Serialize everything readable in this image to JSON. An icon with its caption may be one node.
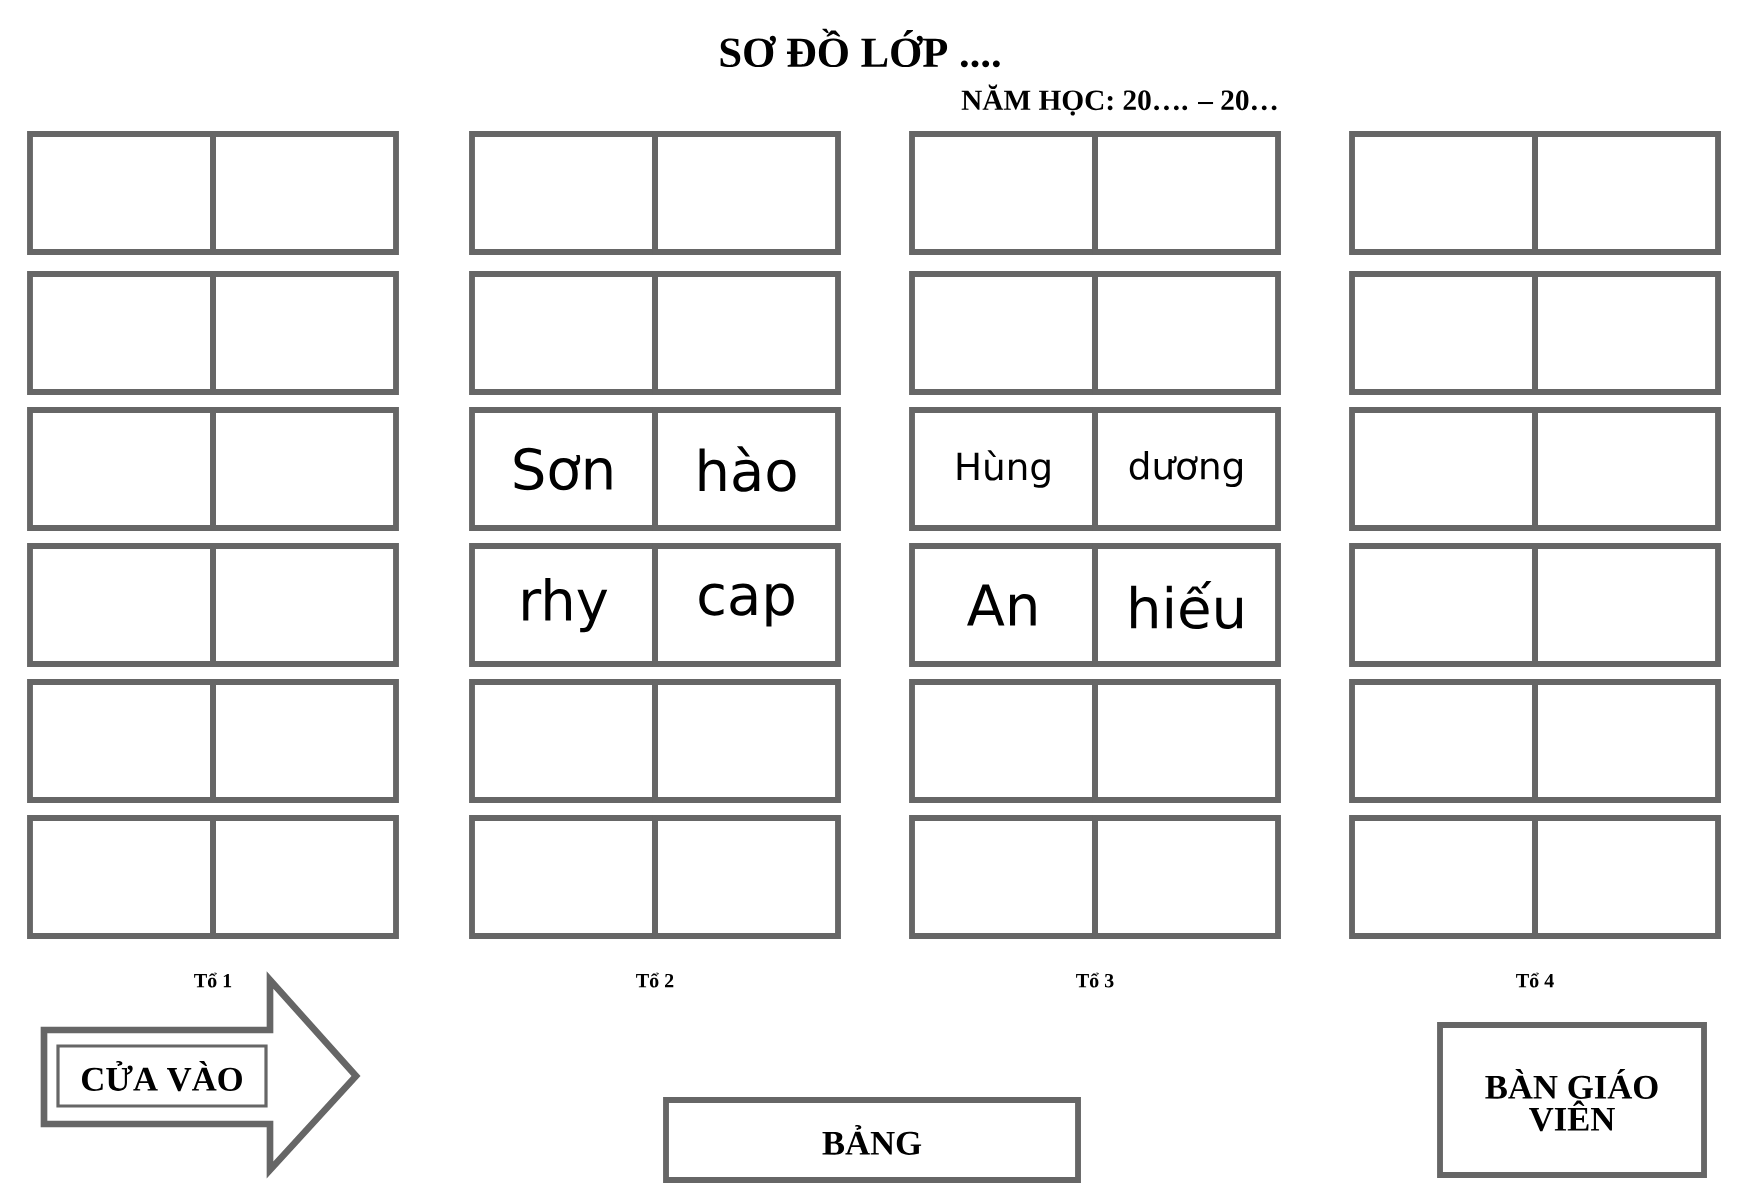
{
  "diagram": {
    "title": "SƠ ĐỒ LỚP ....",
    "nodes": [
      {
        "text": [],
        "shape": "box"
      },
      {
        "text": [],
        "shape": "box"
      },
      {
        "text": [],
        "shape": "box"
      },
      {
        "text": [],
        "shape": "box"
      },
      {
        "text": [],
        "shape": "box"
      },
      {
        "text": [],
        "shape": "box"
      },
      {
        "text": [],
        "shape": "box"
      },
      {
        "text": [],
        "shape": "box"
      },
      {
        "text": [],
        "shape": "box"
      },
      {
        "text": [],
        "shape": "box"
      },
      {
        "text": [],
        "shape": "box"
      },
      {
        "text": [],
        "shape": "box"
      },
      {
        "text": [],
        "shape": "box"
      },
      {
        "text": [],
        "shape": "box"
      },
      {
        "text": [],
        "shape": "box"
      },
      {
        "text": [],
        "shape": "box"
      },
      {
        "text": [],
        "shape": "box"
      },
      {
        "text": [],
        "shape": "box"
      },
      {
        "text": [
          "Sơn"
        ]
      },
      {
        "text": [
          "hào"
        ]
      },
      {
        "text": [
          "Hùng"
        ]
      },
      {
        "text": [
          "dương"
        ]
      },
      {
        "text": [],
        "shape": "box"
      },
      {
        "text": [],
        "shape": "box"
      },
      {
        "text": [],
        "shape": "box"
      },
      {
        "text": [],
        "shape": "box"
      },
      {
        "text": [
          "rhy"
        ]
      },
      {
        "text": [
          "cap"
        ]
      },
      {
        "text": [
          "An"
        ]
      },
      {
        "text": [
          "hiếu"
        ]
      },
      {
        "text": [],
        "shape": "box"
      },
      {
        "text": [],
        "shape": "box"
      },
      {
        "text": [],
        "shape": "box"
      },
      {
        "text": [],
        "shape": "box"
      },
      {
        "text": [],
        "shape": "box"
      },
      {
        "text": [],
        "shape": "box"
      },
      {
        "text": [],
        "shape": "box"
      },
      {
        "text": [],
        "shape": "box"
      },
      {
        "text": [],
        "shape": "box"
      },
      {
        "text": [],
        "shape": "box"
      },
      {
        "text": [],
        "shape": "box"
      },
      {
        "text": [],
        "shape": "box"
      },
      {
        "text": [],
        "shape": "box"
      },
      {
        "text": [],
        "shape": "box"
      },
      {
        "text": [],
        "shape": "box"
      },
      {
        "text": [],
        "shape": "box"
      },
      {
        "text": [],
        "shape": "box"
      },
      {
        "text": [],
        "shape": "box"
      },
      {
        "text": [
          "CỬA VÀO"
        ]
      },
      {
        "text": [
          "BẢNG"
        ]
      },
      {
        "text": [
          "BÀN GIÁO VIÊN"
        ]
      }
    ],
    "labels": [
      "NĂM HỌC: 20…. – 20…",
      "Tổ 1",
      "Tổ 2",
      "Tổ 3",
      "Tổ 4"
    ]
  }
}
